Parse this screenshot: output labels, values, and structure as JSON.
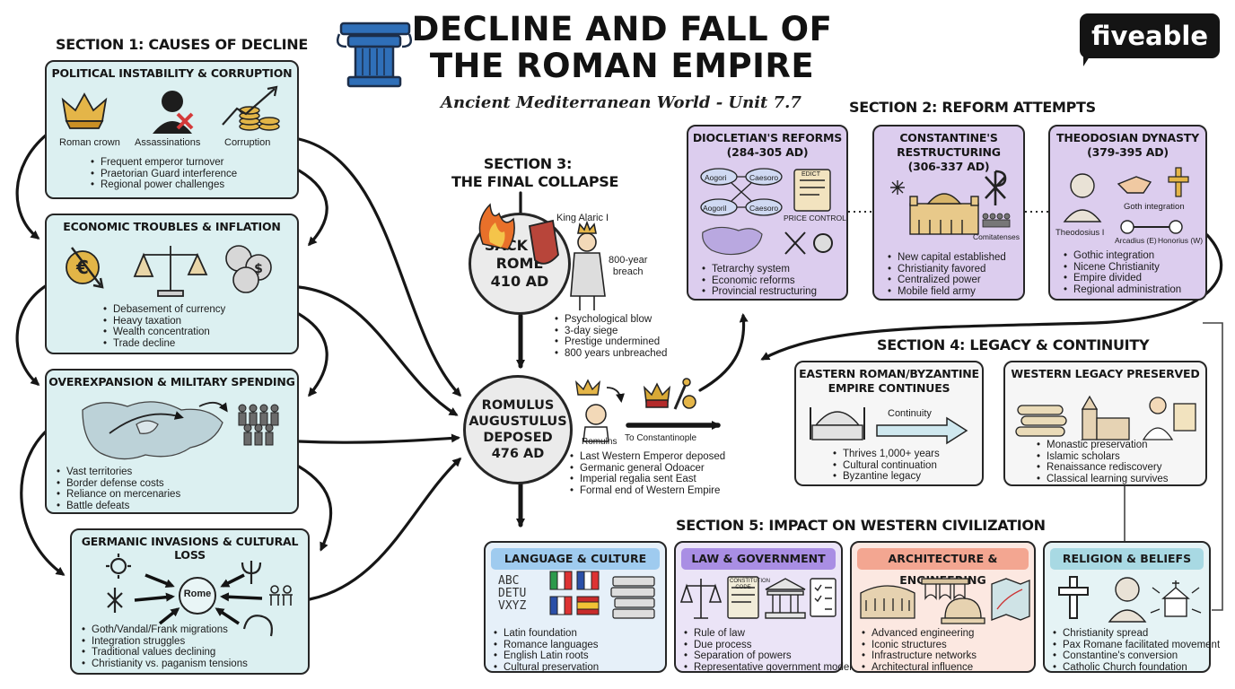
{
  "header": {
    "title_line1": "DECLINE AND FALL OF",
    "title_line2": "THE ROMAN EMPIRE",
    "subtitle": "Ancient Mediterranean World - Unit 7.7",
    "brand": "fiveable"
  },
  "section1": {
    "heading": "SECTION 1: CAUSES OF DECLINE",
    "political": {
      "title": "POLITICAL INSTABILITY & CORRUPTION",
      "labels": [
        "Roman crown",
        "Assassinations",
        "Corruption"
      ],
      "bullets": [
        "Frequent emperor turnover",
        "Praetorian Guard interference",
        "Regional power challenges"
      ]
    },
    "economic": {
      "title": "ECONOMIC TROUBLES & INFLATION",
      "bullets": [
        "Debasement of currency",
        "Heavy taxation",
        "Wealth concentration",
        "Trade decline"
      ]
    },
    "overexpansion": {
      "title": "OVEREXPANSION & MILITARY SPENDING",
      "bullets": [
        "Vast territories",
        "Border defense costs",
        "Reliance on mercenaries",
        "Battle defeats"
      ]
    },
    "germanic": {
      "title": "GERMANIC INVASIONS & CULTURAL LOSS",
      "center_label": "Rome",
      "bullets": [
        "Goth/Vandal/Frank migrations",
        "Integration struggles",
        "Traditional values declining",
        "Christianity vs. paganism tensions"
      ]
    }
  },
  "section3": {
    "heading_line1": "SECTION 3:",
    "heading_line2": "THE FINAL COLLAPSE",
    "sack": {
      "line1": "SACK OF",
      "line2": "ROME",
      "line3": "410 AD",
      "alaric_label": "King Alaric I",
      "breach_label_line1": "800-year",
      "breach_label_line2": "breach",
      "bullets": [
        "Psychological blow",
        "3-day siege",
        "Prestige undermined",
        "800 years unbreached"
      ]
    },
    "deposed": {
      "line1": "ROMULUS",
      "line2": "AUGUSTULUS",
      "line3": "DEPOSED",
      "line4": "476 AD",
      "romulus_label": "Romulns",
      "constantinople_label": "To Constantinople",
      "bullets": [
        "Last Western Emperor deposed",
        "Germanic general Odoacer",
        "Imperial regalia sent East",
        "Formal end of Western Empire"
      ]
    }
  },
  "section2": {
    "heading": "SECTION 2: REFORM ATTEMPTS",
    "diocletian": {
      "title_line1": "DIOCLETIAN'S REFORMS",
      "title_line2": "(284-305 AD)",
      "augusti": [
        "Aogori",
        "Aogoril"
      ],
      "caesars": [
        "Caesoro",
        "Caesoro"
      ],
      "edict_label": "EDICT",
      "price_label": "PRICE CONTROL",
      "bullets": [
        "Tetrarchy system",
        "Economic reforms",
        "Provincial restructuring"
      ]
    },
    "constantine": {
      "title_line1": "CONSTANTINE'S",
      "title_line2": "RESTRUCTURING",
      "title_line3": "(306-337 AD)",
      "army_label": "Comitatenses",
      "bullets": [
        "New capital established",
        "Christianity favored",
        "Centralized power",
        "Mobile field army"
      ]
    },
    "theodosian": {
      "title_line1": "THEODOSIAN DYNASTY",
      "title_line2": "(379-395 AD)",
      "goth_label": "Goth integration",
      "theodosius_label": "Theodosius I",
      "sons": [
        "Arcadius (E)",
        "Honorius (W)"
      ],
      "bullets": [
        "Gothic integration",
        "Nicene Christianity",
        "Empire divided",
        "Regional administration"
      ]
    }
  },
  "section4": {
    "heading": "SECTION 4: LEGACY & CONTINUITY",
    "eastern": {
      "title_line1": "EASTERN ROMAN/BYZANTINE",
      "title_line2": "EMPIRE CONTINUES",
      "continuity_label": "Continuity",
      "bullets": [
        "Thrives 1,000+ years",
        "Cultural continuation",
        "Byzantine legacy"
      ]
    },
    "western": {
      "title": "WESTERN LEGACY PRESERVED",
      "bullets": [
        "Monastic preservation",
        "Islamic scholars",
        "Renaissance rediscovery",
        "Classical learning survives"
      ]
    }
  },
  "section5": {
    "heading": "SECTION 5: IMPACT ON WESTERN CIVILIZATION",
    "language": {
      "title": "LANGUAGE & CULTURE",
      "letters": [
        "ABC",
        "DETU",
        "VXYZ"
      ],
      "flags": [
        "Italian",
        "French",
        "French",
        "Spanish"
      ],
      "bullets": [
        "Latin foundation",
        "Romance languages",
        "English Latin roots",
        "Cultural preservation"
      ]
    },
    "law": {
      "title": "LAW & GOVERNMENT",
      "book_label": "CONSTITUTION CODE",
      "bullets": [
        "Rule of law",
        "Due process",
        "Separation of powers",
        "Representative government model"
      ]
    },
    "architecture": {
      "title": "ARCHITECTURE & ENGINEERING",
      "bullets": [
        "Advanced engineering",
        "Iconic structures",
        "Infrastructure networks",
        "Architectural influence"
      ]
    },
    "religion": {
      "title": "RELIGION & BELIEFS",
      "bullets": [
        "Christianity spread",
        "Pax Romane facilitated movement",
        "Constantine's conversion",
        "Catholic Church foundation"
      ]
    }
  },
  "colors": {
    "cyan_box": "#dcf0f1",
    "purple_box": "#dccdee",
    "tab_blue": "#9fcbef",
    "tab_purple": "#a98ee4",
    "tab_salmon": "#f3a691",
    "tab_teal": "#a8d9e3"
  }
}
